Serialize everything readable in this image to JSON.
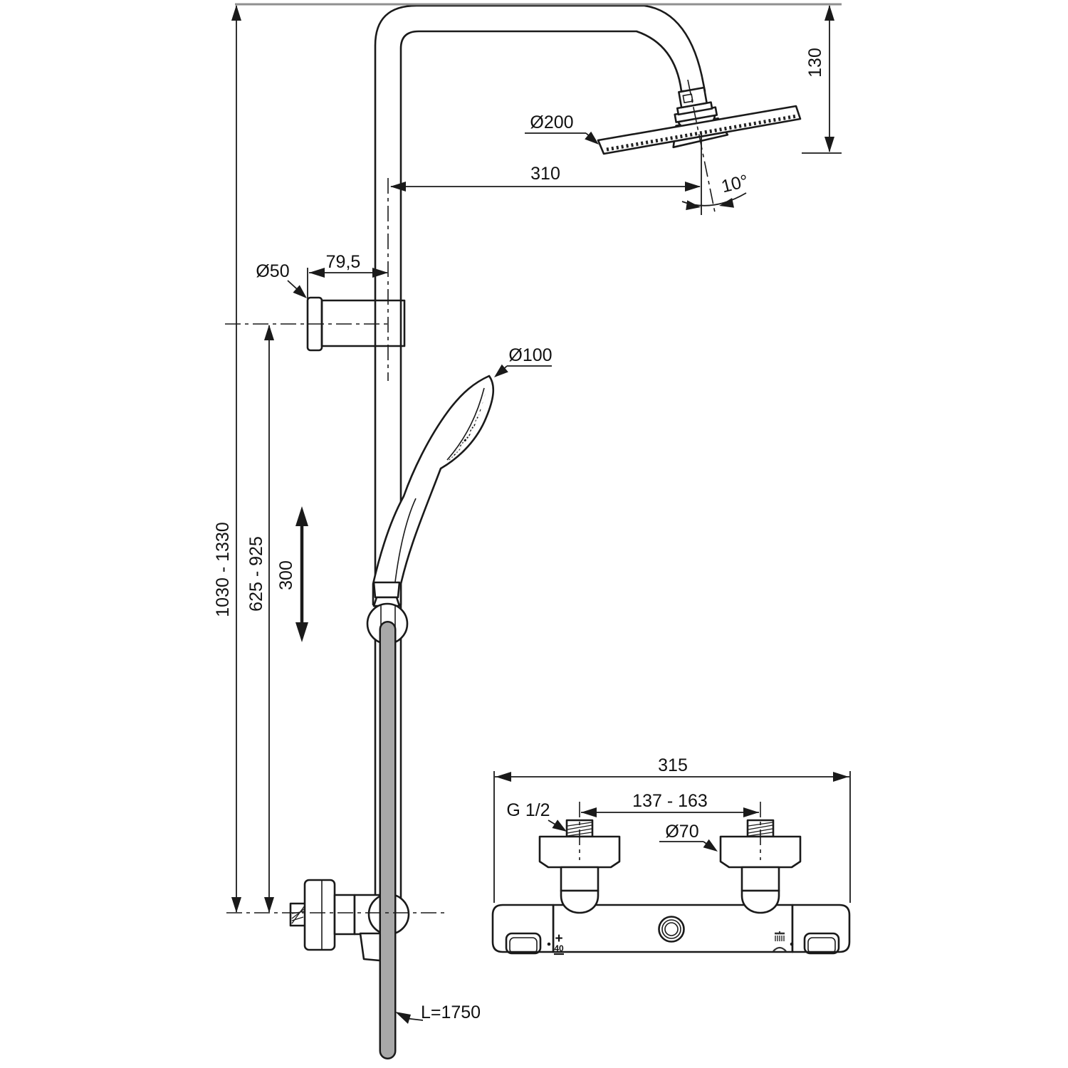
{
  "drawing": {
    "description": "Technical line drawing of a thermostatic shower system: riser rail with overhead rain shower, hand shower on slider, flexible hose, and a separate exposed thermostatic mixer valve with dimension annotations.",
    "background": "#ffffff",
    "line_color": "#1a1a1a",
    "hose_color": "#a8a8a8"
  },
  "dimensions": {
    "overall_height": "1030 - 1330",
    "bracket_height": "625 - 925",
    "slider_travel": "300",
    "head_drop": "130",
    "head_diameter": "Ø200",
    "head_offset": "310",
    "head_angle": "10°",
    "bracket_diameter": "Ø50",
    "bracket_depth": "79,5",
    "handspray_diameter": "Ø100",
    "hose_length": "L=1750",
    "mixer_width": "315",
    "inlet_spacing": "137 - 163",
    "inlet_thread": "G 1/2",
    "escutcheon_diameter": "Ø70"
  },
  "mixer_markings": {
    "temp_plus": "+",
    "temp_value": "40"
  }
}
